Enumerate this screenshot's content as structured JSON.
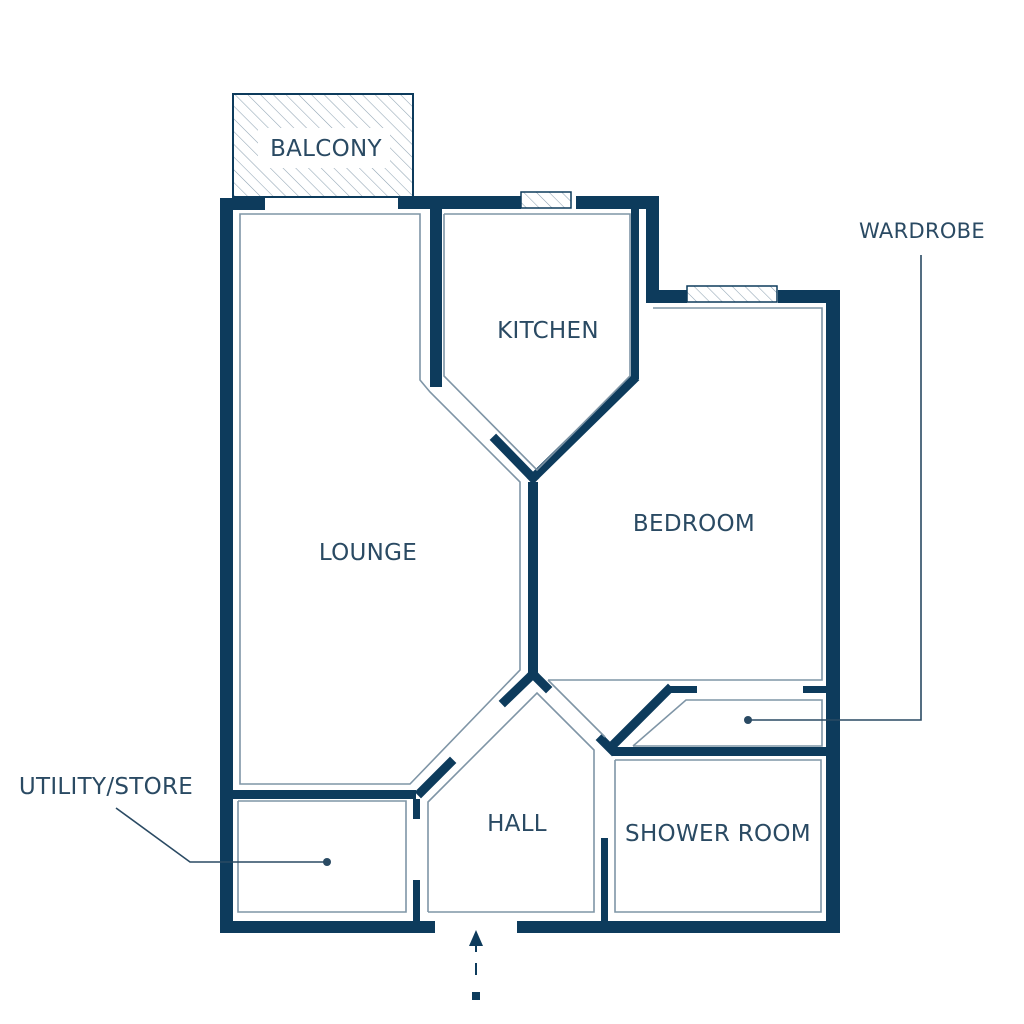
{
  "colors": {
    "wall": "#0d3b5c",
    "line": "#7f95a6",
    "text": "#2a4a63",
    "hatch": "#8fa3b2"
  },
  "rooms": {
    "balcony": "BALCONY",
    "kitchen": "KITCHEN",
    "lounge": "LOUNGE",
    "bedroom": "BEDROOM",
    "hall": "HALL",
    "shower_room": "SHOWER ROOM",
    "wardrobe": "WARDROBE",
    "utility_store": "UTILITY/STORE"
  }
}
